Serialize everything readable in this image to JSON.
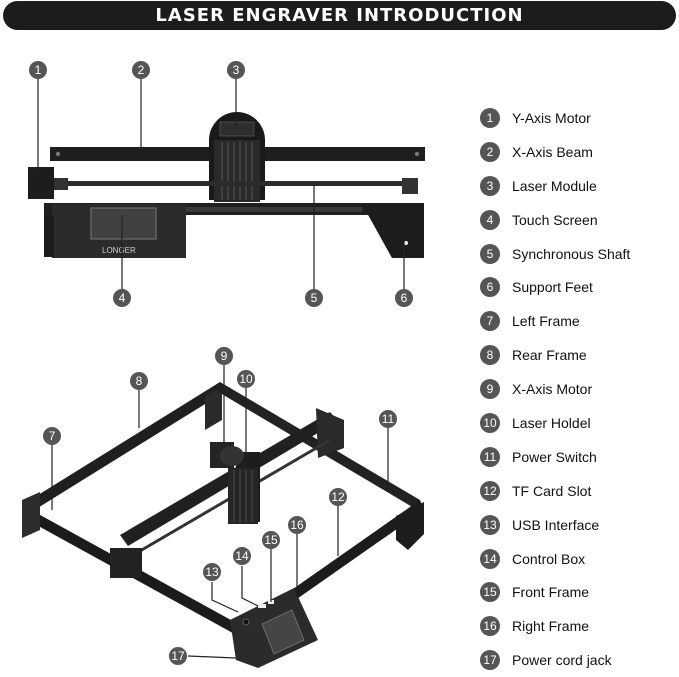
{
  "title": "LASER ENGRAVER INTRODUCTION",
  "brand": "LONGER",
  "legend": [
    {
      "number": "1",
      "label": "Y-Axis Motor"
    },
    {
      "number": "2",
      "label": "X-Axis Beam"
    },
    {
      "number": "3",
      "label": "Laser Module"
    },
    {
      "number": "4",
      "label": "Touch Screen"
    },
    {
      "number": "5",
      "label": "Synchronous Shaft"
    },
    {
      "number": "6",
      "label": "Support Feet"
    },
    {
      "number": "7",
      "label": "Left Frame"
    },
    {
      "number": "8",
      "label": "Rear Frame"
    },
    {
      "number": "9",
      "label": "X-Axis Motor"
    },
    {
      "number": "10",
      "label": "Laser Holdel"
    },
    {
      "number": "11",
      "label": "Power Switch"
    },
    {
      "number": "12",
      "label": "TF Card Slot"
    },
    {
      "number": "13",
      "label": "USB Interface"
    },
    {
      "number": "14",
      "label": "Control Box"
    },
    {
      "number": "15",
      "label": "Front Frame"
    },
    {
      "number": "16",
      "label": "Right Frame"
    },
    {
      "number": "17",
      "label": "Power cord jack"
    }
  ],
  "callouts": [
    {
      "number": "1"
    },
    {
      "number": "2"
    },
    {
      "number": "3"
    },
    {
      "number": "4"
    },
    {
      "number": "5"
    },
    {
      "number": "6"
    },
    {
      "number": "7"
    },
    {
      "number": "8"
    },
    {
      "number": "9"
    },
    {
      "number": "10"
    },
    {
      "number": "11"
    },
    {
      "number": "12"
    },
    {
      "number": "13"
    },
    {
      "number": "14"
    },
    {
      "number": "15"
    },
    {
      "number": "16"
    },
    {
      "number": "17"
    }
  ],
  "colors": {
    "badge": "#555555",
    "banner": "#1c1c1c",
    "machine": "#1a1a1a"
  }
}
